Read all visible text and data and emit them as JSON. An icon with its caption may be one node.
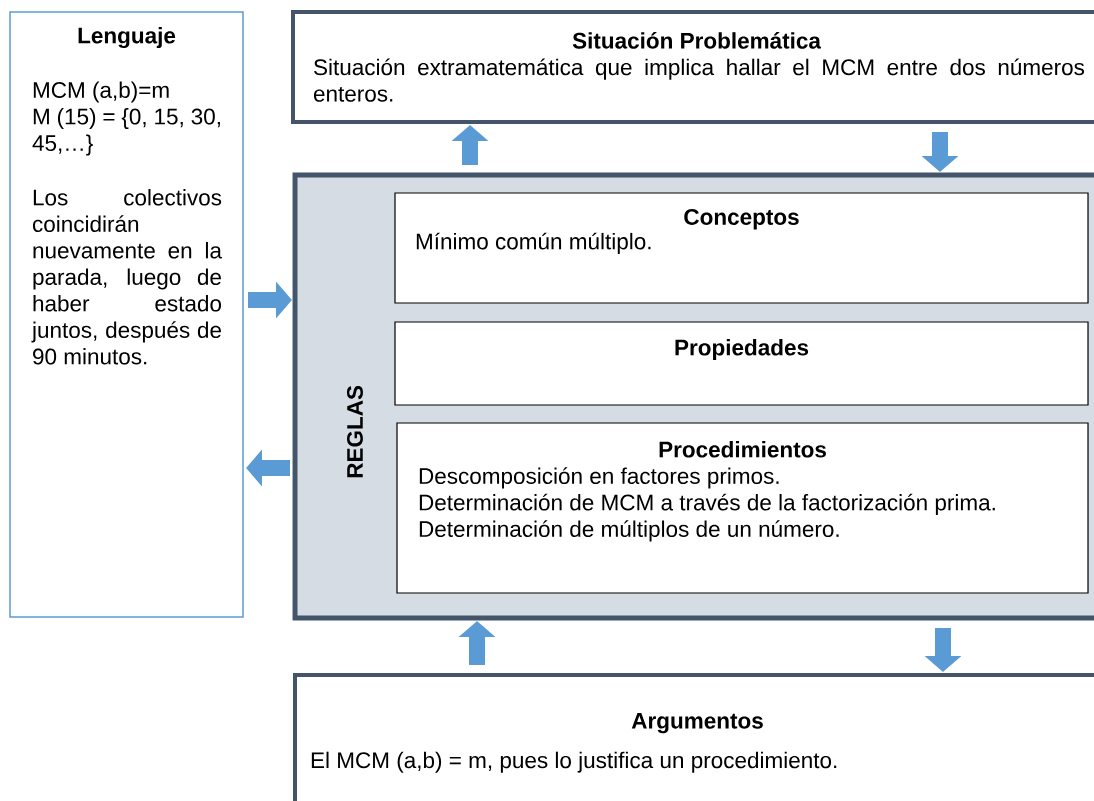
{
  "diagram": {
    "nodes": [
      {
        "text": [
          "Lenguaje",
          "MCM (a,b)=m",
          "M (15) = {0, 15, 30, 45,…}",
          "Los colectivos coincidirán nuevamente en la parada, luego de haber estado juntos, después de 90 minutos."
        ]
      },
      {
        "text": [
          "Situación Problemática",
          "Situación extramatemática que implica hallar el MCM entre dos números enteros."
        ]
      },
      {
        "text": [
          "REGLAS"
        ]
      },
      {
        "text": [
          "Conceptos",
          "Mínimo común múltiplo."
        ],
        "in": 2
      },
      {
        "text": [
          "Propiedades"
        ],
        "in": 2
      },
      {
        "text": [
          "Procedimientos",
          "Descomposición en factores primos.",
          "Determinación de MCM a través de la factorización prima.",
          "Determinación de múltiplos de un número."
        ],
        "in": 2
      },
      {
        "text": [
          "Argumentos",
          "El MCM (a,b) = m, pues lo justifica un procedimiento."
        ]
      }
    ],
    "edges": [
      {
        "from": 2,
        "to": 1,
        "arrow": "to"
      },
      {
        "from": 1,
        "to": 2,
        "arrow": "to"
      },
      {
        "from": 0,
        "to": 2,
        "arrow": "to"
      },
      {
        "from": 2,
        "to": 0,
        "arrow": "to"
      },
      {
        "from": 6,
        "to": 2,
        "arrow": "to"
      },
      {
        "from": 2,
        "to": 6,
        "arrow": "to"
      }
    ]
  }
}
